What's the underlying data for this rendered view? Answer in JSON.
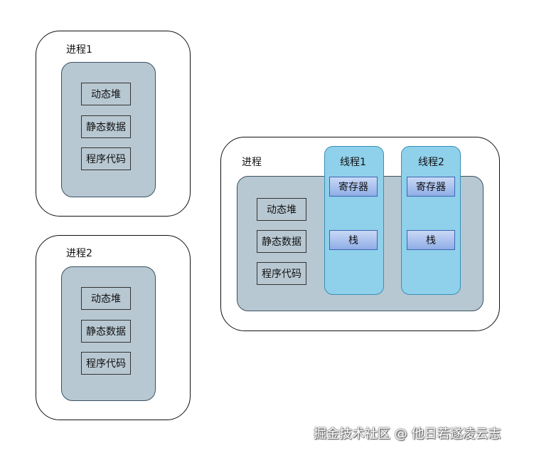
{
  "left_processes": [
    {
      "title": "进程1",
      "blocks": [
        "动态堆",
        "静态数据",
        "程序代码"
      ]
    },
    {
      "title": "进程2",
      "blocks": [
        "动态堆",
        "静态数据",
        "程序代码"
      ]
    }
  ],
  "right_process": {
    "title": "进程",
    "blocks": [
      "动态堆",
      "静态数据",
      "程序代码"
    ],
    "threads": [
      {
        "title": "线程1",
        "register": "寄存器",
        "stack": "栈"
      },
      {
        "title": "线程2",
        "register": "寄存器",
        "stack": "栈"
      }
    ]
  },
  "watermark": "掘金技术社区 @ 他日若遂凌云志",
  "colors": {
    "memory_area": "#b8c8d2",
    "thread_fill": "#8fd0ea",
    "thread_block_fill": "#a8c0f0"
  }
}
